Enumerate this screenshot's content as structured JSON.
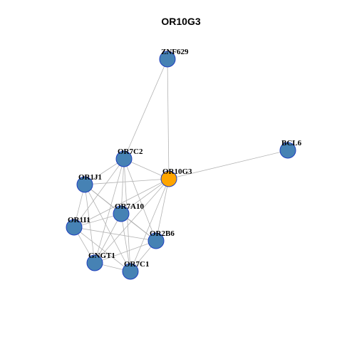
{
  "title": "OR10G3",
  "colors": {
    "regular_node": "#4682b4",
    "focus_node": "#ffa500",
    "node_border": "#1f3fbf",
    "edge": "#b3b3b3"
  },
  "nodes": [
    {
      "id": "OR10G3",
      "label": "OR10G3",
      "focus": true
    },
    {
      "id": "ZNF629",
      "label": "ZNF629",
      "focus": false
    },
    {
      "id": "BCL6",
      "label": "BCL6",
      "focus": false
    },
    {
      "id": "OR7C2",
      "label": "OR7C2",
      "focus": false
    },
    {
      "id": "OR1J1",
      "label": "OR1J1",
      "focus": false
    },
    {
      "id": "OR7A10",
      "label": "OR7A10",
      "focus": false
    },
    {
      "id": "OR1I1",
      "label": "OR1I1",
      "focus": false
    },
    {
      "id": "OR2B6",
      "label": "OR2B6",
      "focus": false
    },
    {
      "id": "GNGT1",
      "label": "GNGT1",
      "focus": false
    },
    {
      "id": "OR7C1",
      "label": "OR7C1",
      "focus": false
    }
  ],
  "edges": [
    [
      "OR10G3",
      "ZNF629"
    ],
    [
      "OR10G3",
      "BCL6"
    ],
    [
      "OR10G3",
      "OR7C2"
    ],
    [
      "OR10G3",
      "OR1J1"
    ],
    [
      "OR10G3",
      "OR7A10"
    ],
    [
      "OR10G3",
      "OR1I1"
    ],
    [
      "OR10G3",
      "OR2B6"
    ],
    [
      "OR10G3",
      "GNGT1"
    ],
    [
      "OR10G3",
      "OR7C1"
    ],
    [
      "ZNF629",
      "OR7C2"
    ],
    [
      "OR7C2",
      "OR1J1"
    ],
    [
      "OR7C2",
      "OR7A10"
    ],
    [
      "OR7C2",
      "OR1I1"
    ],
    [
      "OR7C2",
      "OR2B6"
    ],
    [
      "OR7C2",
      "GNGT1"
    ],
    [
      "OR7C2",
      "OR7C1"
    ],
    [
      "OR1J1",
      "OR7A10"
    ],
    [
      "OR1J1",
      "OR1I1"
    ],
    [
      "OR1J1",
      "OR2B6"
    ],
    [
      "OR1J1",
      "GNGT1"
    ],
    [
      "OR1J1",
      "OR7C1"
    ],
    [
      "OR7A10",
      "OR1I1"
    ],
    [
      "OR7A10",
      "OR2B6"
    ],
    [
      "OR7A10",
      "GNGT1"
    ],
    [
      "OR7A10",
      "OR7C1"
    ],
    [
      "OR1I1",
      "OR2B6"
    ],
    [
      "OR1I1",
      "GNGT1"
    ],
    [
      "OR1I1",
      "OR7C1"
    ],
    [
      "OR2B6",
      "GNGT1"
    ],
    [
      "OR2B6",
      "OR7C1"
    ],
    [
      "GNGT1",
      "OR7C1"
    ]
  ]
}
